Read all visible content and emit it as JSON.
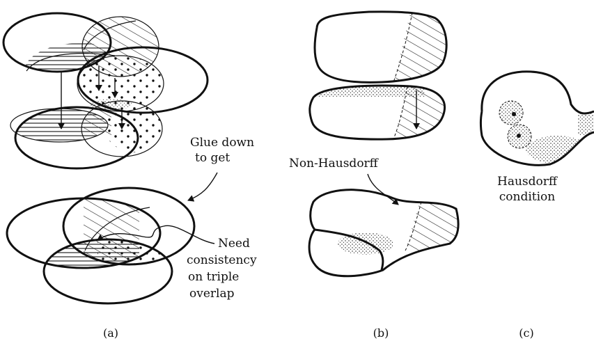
{
  "panels": {
    "a": {
      "caption": "(a)",
      "glue_label_line1": "Glue down",
      "glue_label_line2": "to get",
      "need_label_line1": "Need",
      "need_label_line2": "consistency",
      "need_label_line3": "on triple",
      "need_label_line4": "overlap"
    },
    "b": {
      "caption": "(b)",
      "non_hausdorff_label": "Non-Hausdorff"
    },
    "c": {
      "caption": "(c)",
      "hausdorff_label_line1": "Hausdorff",
      "hausdorff_label_line2": "condition"
    }
  }
}
